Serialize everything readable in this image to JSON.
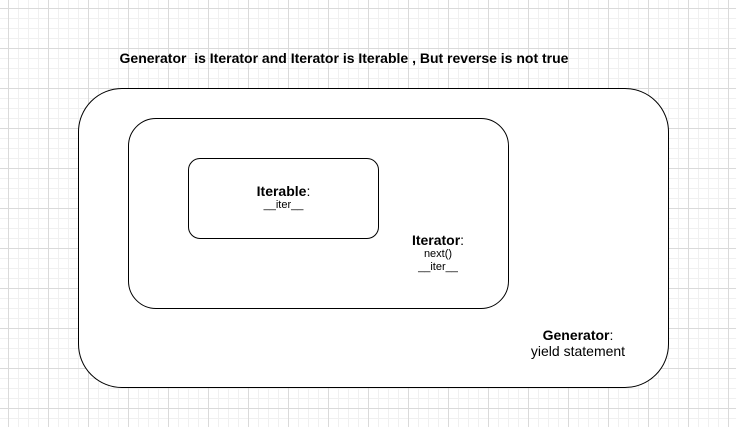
{
  "title": "Generator  is Iterator and Iterator is Iterable , But reverse is not true",
  "nodes": {
    "generator": {
      "name": "Generator",
      "colon": ":",
      "members": [
        "yield statement"
      ]
    },
    "iterator": {
      "name": "Iterator",
      "colon": ":",
      "members": [
        "next()",
        "__iter__"
      ]
    },
    "iterable": {
      "name": "Iterable",
      "colon": ":",
      "members": [
        "__iter__"
      ]
    }
  }
}
